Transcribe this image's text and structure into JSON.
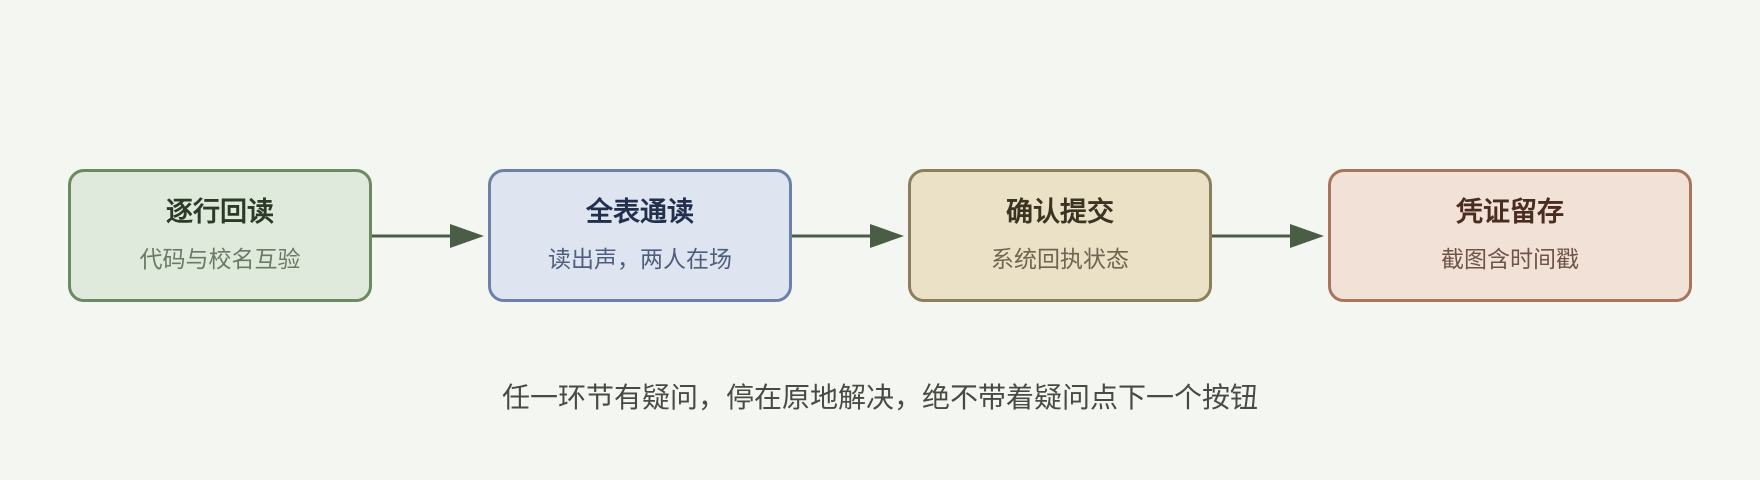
{
  "steps": [
    {
      "title": "逐行回读",
      "subtitle": "代码与校名互验"
    },
    {
      "title": "全表通读",
      "subtitle": "读出声，两人在场"
    },
    {
      "title": "确认提交",
      "subtitle": "系统回执状态"
    },
    {
      "title": "凭证留存",
      "subtitle": "截图含时间戳"
    }
  ],
  "caption": "任一环节有疑问，停在原地解决，绝不带着疑问点下一个按钮",
  "colors": {
    "background": "#f3f6f1",
    "arrow": "#4a5d45",
    "step_1_fill": "#dfe9dc",
    "step_1_border": "#6b8a62",
    "step_2_fill": "#dfe5f0",
    "step_2_border": "#6f80a8",
    "step_3_fill": "#ebe1c7",
    "step_3_border": "#8c7f5c",
    "step_4_fill": "#f2e1d6",
    "step_4_border": "#a8755c"
  }
}
